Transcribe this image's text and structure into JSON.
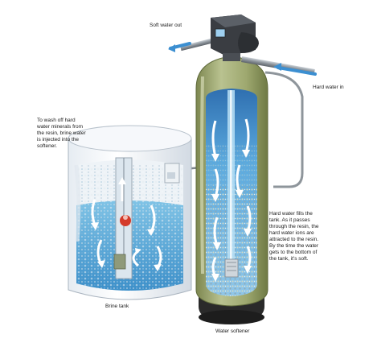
{
  "labels": {
    "soft_water_out": "Soft water out",
    "hard_water_in": "Hard water in",
    "brine_note": "To wash off hard water minerals from the resin, brine water is injected into the softener.",
    "resin_note": "Hard water fills the tank. As it passes through the resin, the hard water ions are attracted to the resin. By the time the water gets to the bottom of the tank, it's soft.",
    "brine_tank": "Brine tank",
    "water_softener": "Water softener"
  },
  "colors": {
    "tank_shell": "#9ea86f",
    "tank_shadow": "#6f7a45",
    "water": "#4f9fd6",
    "resin_bead": "#dce8ef",
    "valve_body": "#3a3d42",
    "base": "#2a2a2a",
    "pipe": "#8a8f94",
    "flow_arrow": "#2f7fc8"
  },
  "icons": [
    "flow-arrow-icon",
    "control-valve-icon"
  ]
}
